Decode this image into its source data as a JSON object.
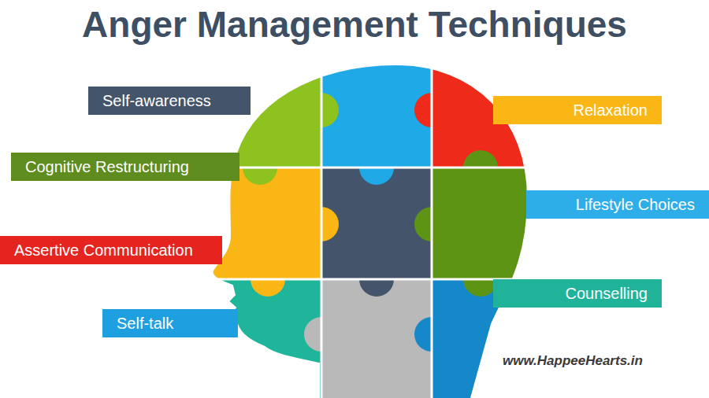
{
  "diagram": {
    "title": "Anger Management Techniques",
    "nodes": [
      {
        "text": [
          "Self-awareness"
        ]
      },
      {
        "text": [
          "Relaxation"
        ]
      },
      {
        "text": [
          "Cognitive Restructuring"
        ]
      },
      {
        "text": [
          "Lifestyle Choices"
        ]
      },
      {
        "text": [
          "Assertive Communication"
        ]
      },
      {
        "text": [
          "Counselling"
        ]
      },
      {
        "text": [
          "Self-talk"
        ]
      }
    ],
    "labels": [
      "www.HappeeHearts.in"
    ]
  }
}
